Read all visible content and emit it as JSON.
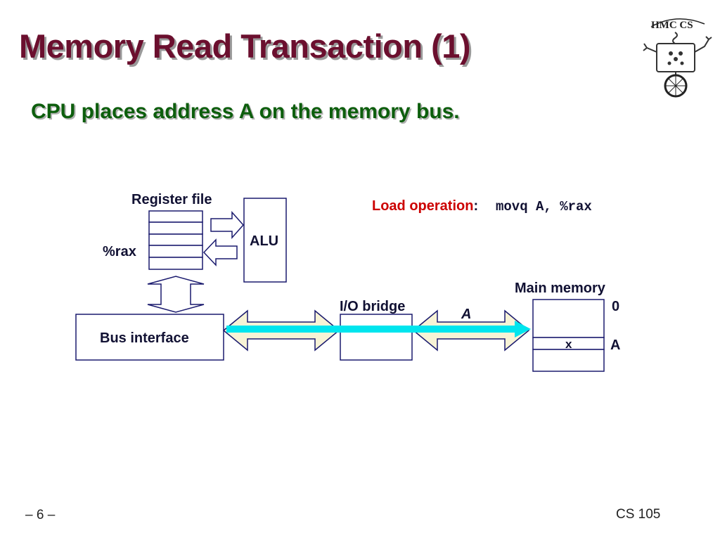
{
  "slide": {
    "title": "Memory Read Transaction (1)",
    "subtitle": "CPU places address A on the memory bus.",
    "page_number": "– 6 –",
    "course": "CS 105"
  },
  "logo": {
    "text": "HMC CS",
    "icon": "hmc-cs-robot-unicycle-logo"
  },
  "diagram": {
    "register_file_label": "Register file",
    "rax_label": "%rax",
    "alu_label": "ALU",
    "load_prefix": "Load operation",
    "load_colon": ":",
    "load_instruction": "movq A, %rax",
    "bus_interface_label": "Bus interface",
    "io_bridge_label": "I/O bridge",
    "address_label": "A",
    "main_memory_label": "Main memory",
    "mem_addr_zero": "0",
    "mem_addr_a": "A",
    "mem_cell_value": "x",
    "colors": {
      "load_operation": "#cc0000",
      "address_signal": "#00e5ee",
      "bus_arrow_fill": "#f7f3d6",
      "title": "#6b0f2e",
      "subtitle": "#0d5e0d",
      "box_stroke": "#1a1a6e"
    }
  }
}
